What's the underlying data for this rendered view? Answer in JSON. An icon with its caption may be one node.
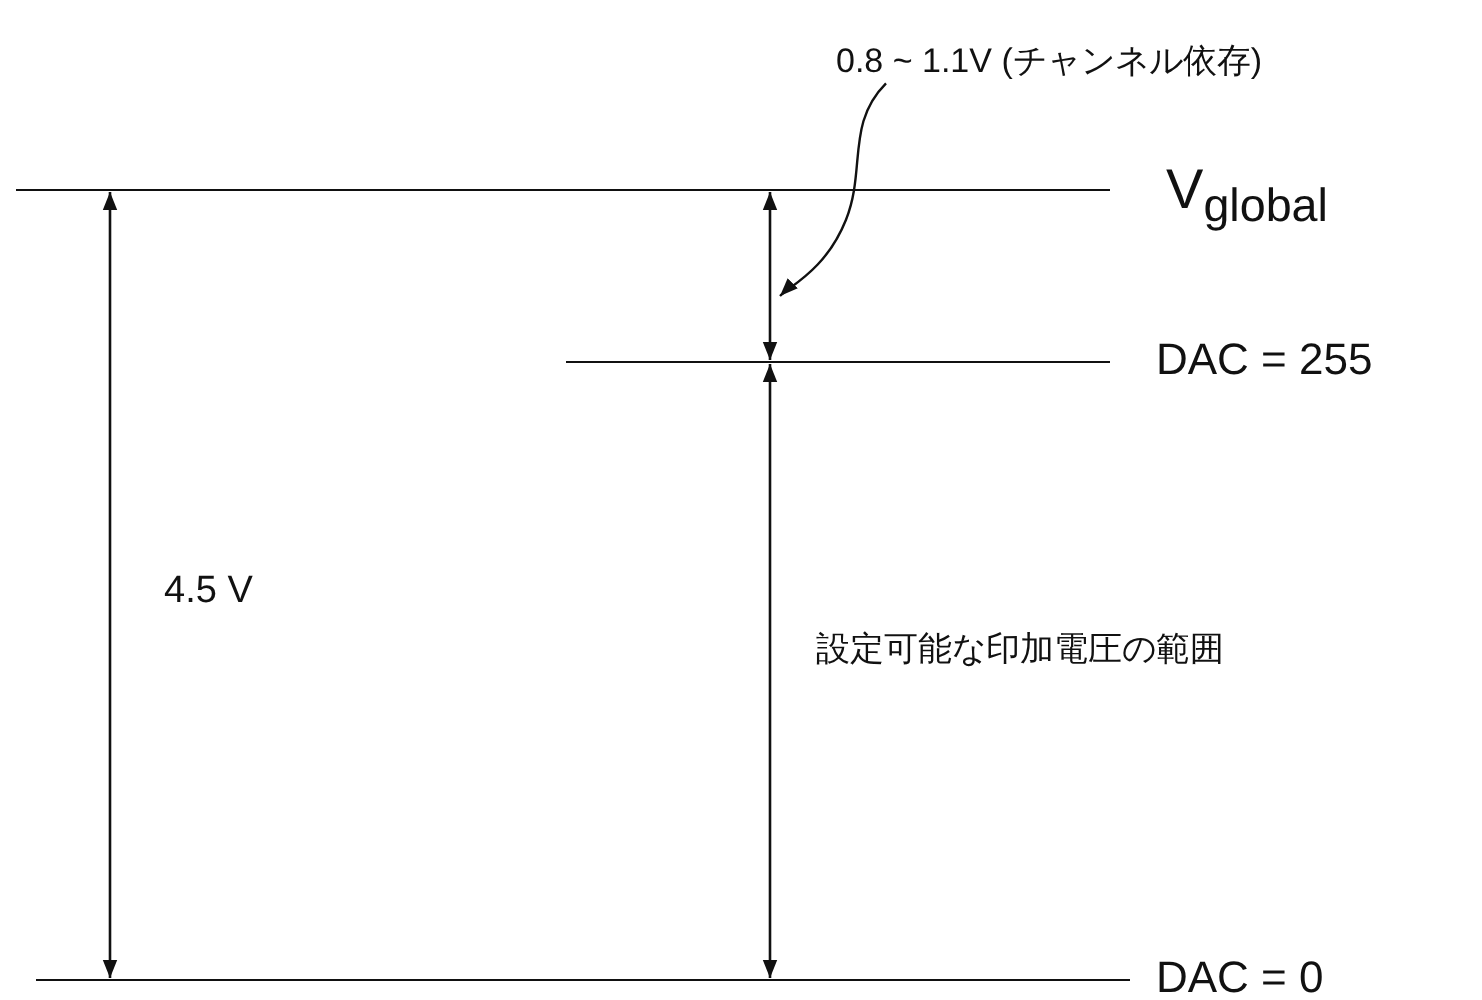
{
  "diagram": {
    "nodes": [
      {
        "text": [
          "0.8 ~ 1.1V (チャンネル依存)"
        ]
      },
      {
        "text": [],
        "shape": "line"
      }
    ],
    "edges": [
      {
        "from": 0,
        "to": 1,
        "arrow": "to"
      }
    ],
    "labels": [
      "V$_{global}$",
      "DAC = 255",
      "4.5 V",
      "設定可能な印加電圧の範囲",
      "DAC = 0"
    ]
  }
}
